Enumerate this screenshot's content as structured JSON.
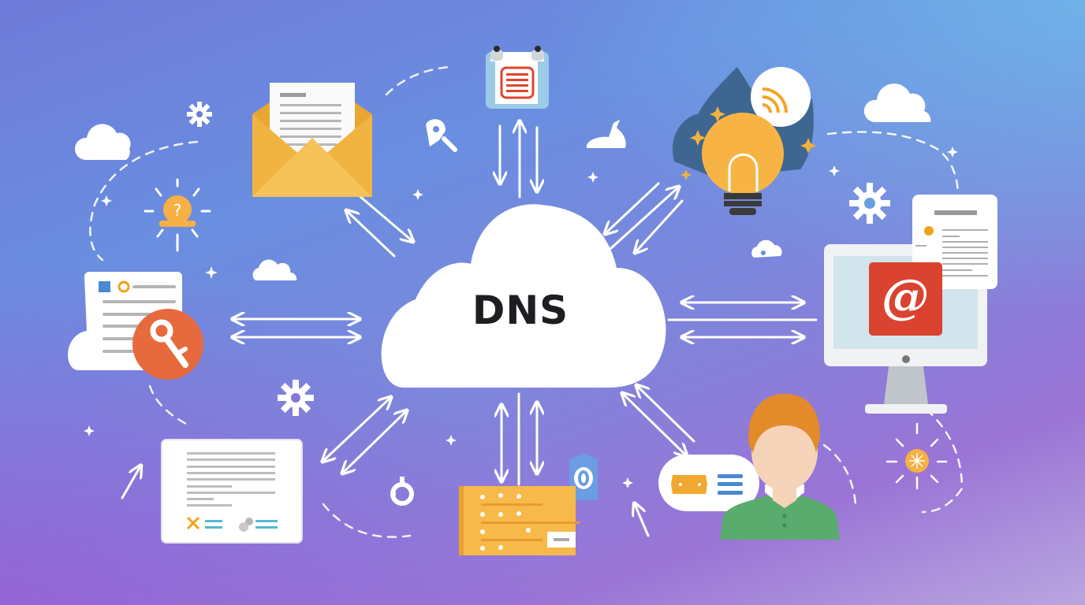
{
  "diagram": {
    "center": {
      "label": "DNS",
      "shape": "cloud",
      "color": "#ffffff",
      "text_color": "#1e1e22"
    },
    "background": {
      "gradient": [
        "#6f7ad8",
        "#6a8ee0",
        "#9a74d6",
        "#b9a6e0"
      ],
      "accent_top_right": "#6ebeeb"
    },
    "nodes": [
      {
        "id": "email-envelope",
        "icon": "open-envelope-icon",
        "position": "top-left",
        "color": "#f2b441"
      },
      {
        "id": "record-calendar",
        "icon": "calendar-list-icon",
        "position": "top-center",
        "color": "#e0452f"
      },
      {
        "id": "lightbulb-wifi",
        "icon": "lightbulb-icon",
        "position": "top-right",
        "color": "#f7b445"
      },
      {
        "id": "mail-computer",
        "icon": "at-sign-monitor-icon",
        "position": "right",
        "glyph": "@",
        "color": "#d9432f"
      },
      {
        "id": "user-profile",
        "icon": "person-avatar-icon",
        "position": "bottom-right",
        "color": "#5aab6e"
      },
      {
        "id": "server-card",
        "icon": "server-record-icon",
        "position": "bottom-center",
        "color": "#f6b94a"
      },
      {
        "id": "document",
        "icon": "document-icon",
        "position": "bottom-left"
      },
      {
        "id": "key-document",
        "icon": "key-icon",
        "position": "left",
        "color": "#e66a3e"
      },
      {
        "id": "lightbulb-alert",
        "icon": "bulb-alert-icon",
        "position": "upper-left",
        "color": "#f6b043"
      }
    ],
    "connections": "bidirectional arrows between DNS cloud and each node"
  }
}
